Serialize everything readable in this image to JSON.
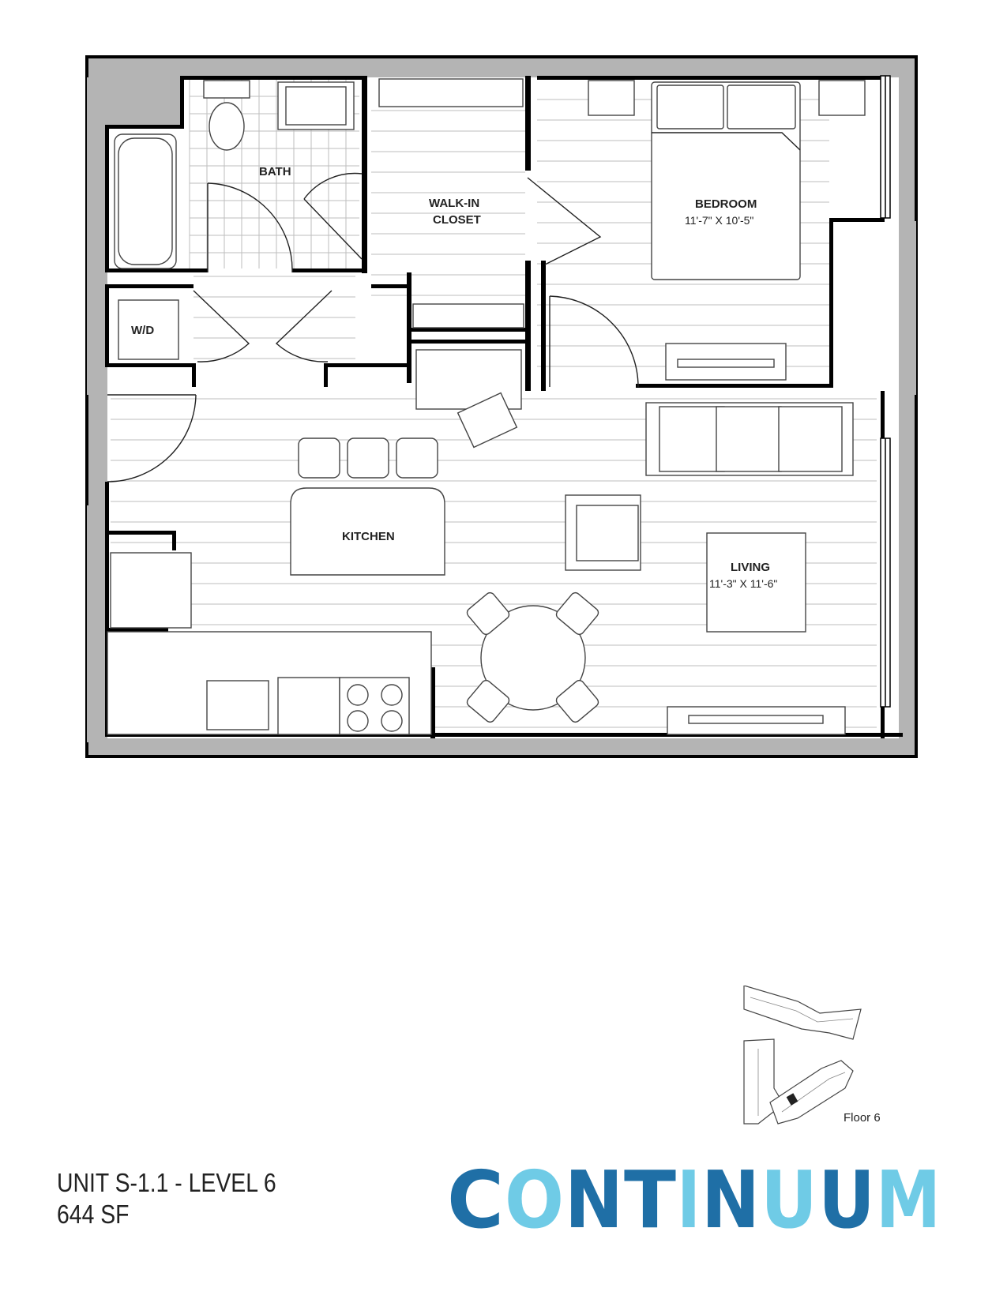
{
  "rooms": {
    "bath": "BATH",
    "walkin": [
      "WALK-IN",
      "CLOSET"
    ],
    "bedroom": {
      "name": "BEDROOM",
      "dim": "11'-7\" X 10'-5\""
    },
    "wd": "W/D",
    "kitchen": "KITCHEN",
    "living": {
      "name": "LIVING",
      "dim": "11'-3\" X 11'-6\""
    }
  },
  "unit": {
    "line1": "UNIT S-1.1 - LEVEL 6",
    "line2": "644 SF"
  },
  "keyplan": {
    "floor_label": "Floor 6"
  },
  "brand": {
    "name": "CONTINUUM",
    "letters": [
      "C",
      "O",
      "N",
      "T",
      "I",
      "N",
      "U",
      "U",
      "M"
    ],
    "colors": {
      "dark": "#1f6fa6",
      "light": "#6fcbe6",
      "wall_gray": "#b4b4b4"
    }
  }
}
